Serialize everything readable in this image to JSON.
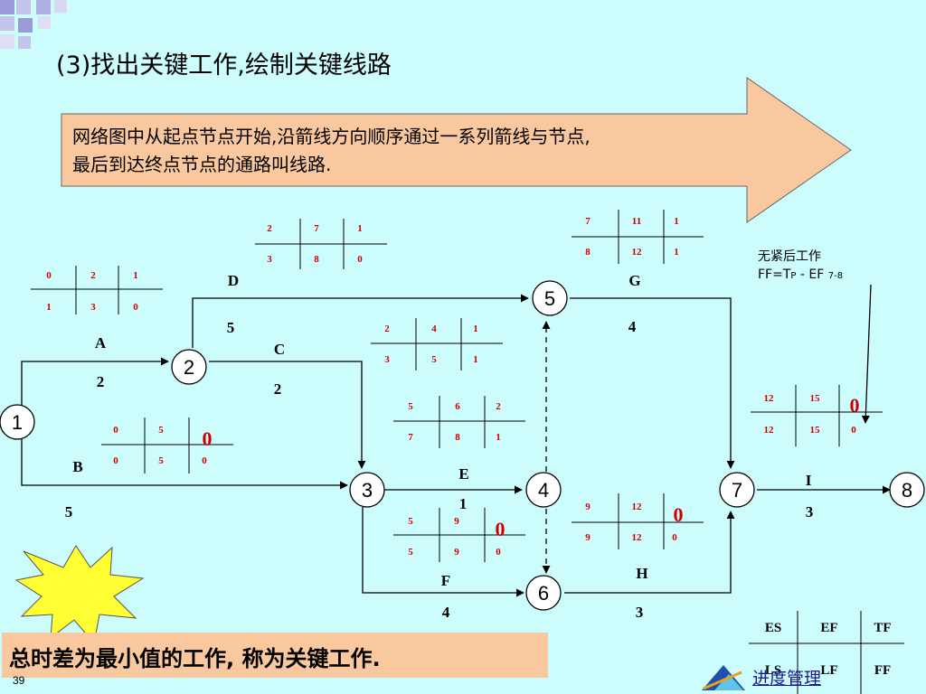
{
  "title": "(3)找出关键工作,绘制关键线路",
  "definition": {
    "line1": "网络图中从起点节点开始,沿箭线方向顺序通过一系列箭线与节点,",
    "line2": "最后到达终点节点的通路叫线路."
  },
  "conclusion": "总时差为最小值的工作, 称为关键工作.",
  "page_number": "39",
  "nofollow_note": {
    "line1": "无紧后工作",
    "formula_prefix": "FF=T",
    "formula_p": "P",
    "formula_mid": " - EF ",
    "formula_sub": "7-8"
  },
  "footer_link": "进度管理",
  "nodes": [
    {
      "id": "1",
      "label": "1"
    },
    {
      "id": "2",
      "label": "2"
    },
    {
      "id": "3",
      "label": "3"
    },
    {
      "id": "4",
      "label": "4"
    },
    {
      "id": "5",
      "label": "5"
    },
    {
      "id": "6",
      "label": "6"
    },
    {
      "id": "7",
      "label": "7"
    },
    {
      "id": "8",
      "label": "8"
    }
  ],
  "activities": [
    {
      "name": "A",
      "duration": "2"
    },
    {
      "name": "B",
      "duration": "5"
    },
    {
      "name": "C",
      "duration": "2"
    },
    {
      "name": "D",
      "duration": "5"
    },
    {
      "name": "E",
      "duration": "1"
    },
    {
      "name": "F",
      "duration": "4"
    },
    {
      "name": "G",
      "duration": "4"
    },
    {
      "name": "H",
      "duration": "3"
    },
    {
      "name": "I",
      "duration": "3"
    }
  ],
  "time_params": {
    "A": {
      "es": "0",
      "ef": "2",
      "tf": "1",
      "ls": "1",
      "lf": "3",
      "ff": "0"
    },
    "B": {
      "es": "0",
      "ef": "5",
      "tf": "0",
      "ls": "0",
      "lf": "5",
      "ff": "0",
      "zero_mark": "0"
    },
    "D": {
      "es": "2",
      "ef": "7",
      "tf": "1",
      "ls": "3",
      "lf": "8",
      "ff": "0"
    },
    "C": {
      "es": "2",
      "ef": "4",
      "tf": "1",
      "ls": "3",
      "lf": "5",
      "ff": "1"
    },
    "E": {
      "es": "5",
      "ef": "6",
      "tf": "2",
      "ls": "7",
      "lf": "8",
      "ff": "1"
    },
    "F": {
      "es": "5",
      "ef": "9",
      "tf": "0",
      "ls": "5",
      "lf": "9",
      "ff": "0",
      "zero_mark": "0"
    },
    "G": {
      "es": "7",
      "ef": "11",
      "tf": "1",
      "ls": "8",
      "lf": "12",
      "ff": "1"
    },
    "H": {
      "es": "9",
      "ef": "12",
      "tf": "0",
      "ls": "9",
      "lf": "12",
      "ff": "0",
      "zero_mark": "0"
    },
    "I": {
      "es": "12",
      "ef": "15",
      "tf": "0",
      "ls": "12",
      "lf": "15",
      "ff": "0",
      "zero_mark": "0"
    }
  },
  "legend": {
    "es": "ES",
    "ef": "EF",
    "tf": "TF",
    "ls": "LS",
    "lf": "LF",
    "ff": "FF"
  },
  "colors": {
    "background": "#ccfcfc",
    "arrow_fill": "#f9c89e",
    "param_text": "#cc0000",
    "zero_mark": "#cc0000",
    "burst_fill": "#ffff33"
  }
}
